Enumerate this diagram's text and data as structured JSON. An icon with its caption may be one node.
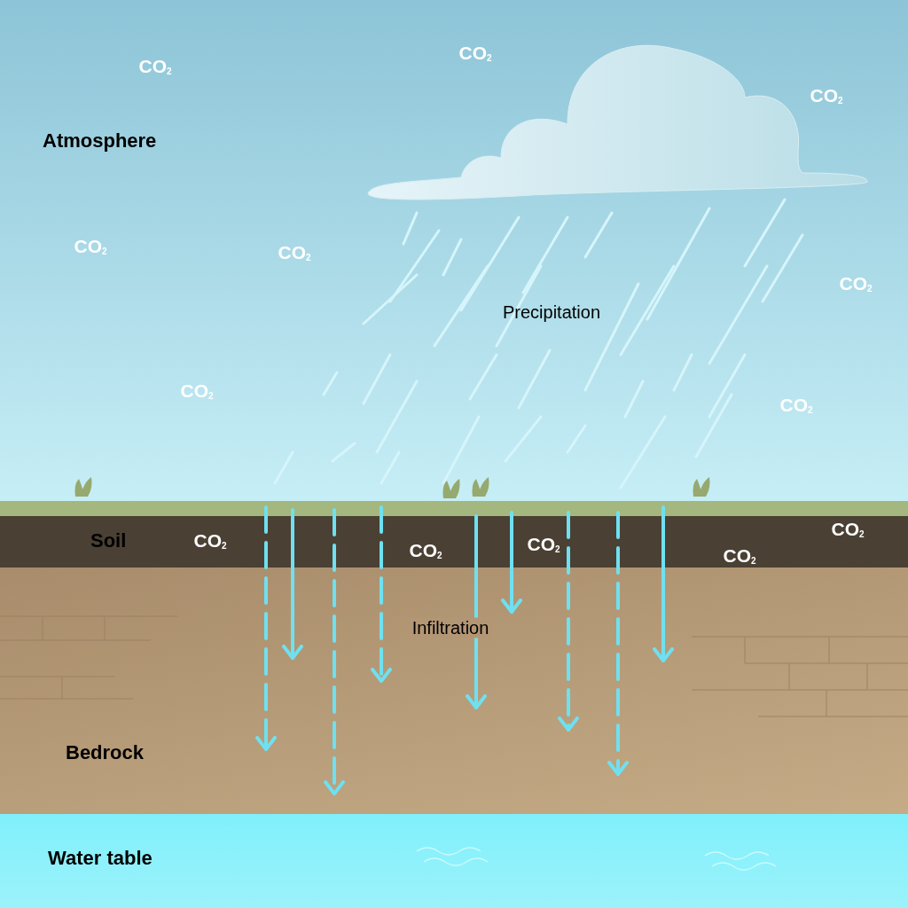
{
  "diagram": {
    "nodes": [
      {
        "text": [
          "Atmosphere"
        ]
      },
      {
        "text": [
          "Soil"
        ]
      },
      {
        "text": [
          "Bedrock"
        ]
      },
      {
        "text": [
          "Water table"
        ]
      }
    ],
    "edges": [
      {
        "from": 1,
        "to": 2,
        "arrow": "to",
        "style": "dashed"
      },
      {
        "from": 1,
        "to": 2,
        "arrow": "to"
      },
      {
        "from": 1,
        "to": 2,
        "arrow": "to",
        "style": "dashed"
      },
      {
        "from": 1,
        "to": 2,
        "arrow": "to",
        "style": "dashed"
      },
      {
        "from": 1,
        "to": 2,
        "arrow": "to"
      },
      {
        "from": 1,
        "to": 2,
        "arrow": "to"
      },
      {
        "from": 1,
        "to": 2,
        "arrow": "to",
        "style": "dashed"
      },
      {
        "from": 1,
        "to": 2,
        "arrow": "to",
        "style": "dashed"
      },
      {
        "from": 1,
        "to": 2,
        "arrow": "to"
      }
    ],
    "labels": [
      "CO$_{2}$",
      "CO$_{2}$",
      "CO$_{2}$",
      "CO$_{2}$",
      "CO$_{2}$",
      "CO$_{2}$",
      "Precipitation",
      "CO$_{2}$",
      "CO$_{2}$",
      "CO$_{2}$",
      "CO$_{2}$",
      "CO$_{2}$",
      "CO$_{2}$",
      "CO$_{2}$",
      "Infiltration"
    ]
  }
}
